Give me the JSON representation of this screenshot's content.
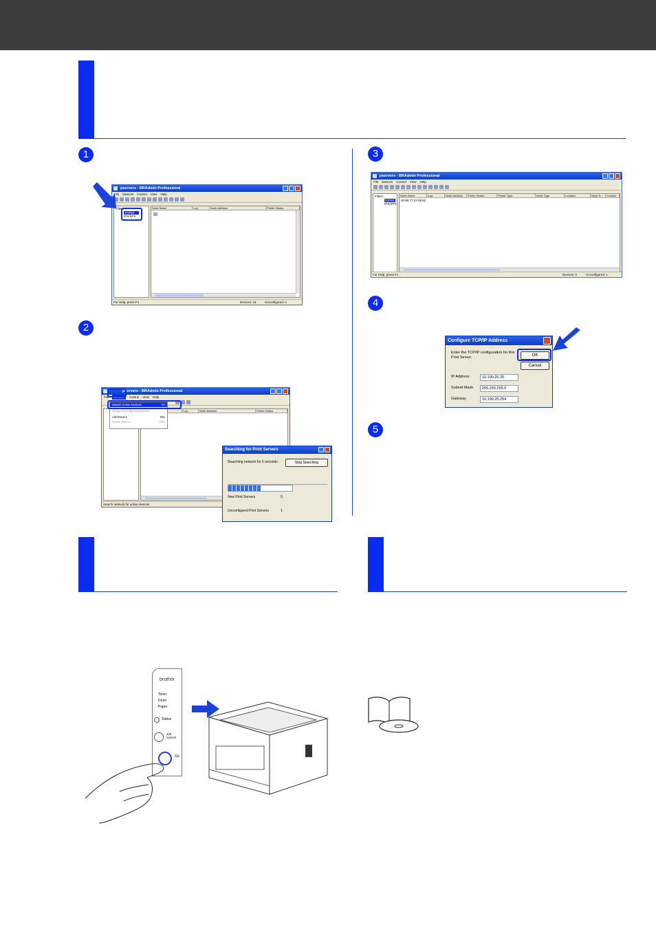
{
  "step_numbers": [
    "1",
    "2",
    "3",
    "4",
    "5"
  ],
  "shot1": {
    "title": "pservers - BRAdmin Professional",
    "menus": [
      "File",
      "Devices",
      "Control",
      "View",
      "Help"
    ],
    "tree": [
      "Filters",
      "TCP/IP",
      "IPX/SPX"
    ],
    "columns": [
      "Node Name",
      "Log",
      "Node Address",
      "Printer Status"
    ],
    "status_left": "For Help, press F1",
    "status_devices": "Devices: 22",
    "status_unconfigured": "Unconfigured: 0"
  },
  "shot2": {
    "title": "pservers - BRAdmin Professional",
    "menus": [
      "File",
      "Servers",
      "Control",
      "View",
      "Help"
    ],
    "active_menu": "Servers",
    "dropdown": [
      {
        "label": "Search Active Devices",
        "key": "F4",
        "state": "selected"
      },
      {
        "label": "Setup Unconfigured Devices",
        "key": "",
        "state": "disabled"
      },
      {
        "label": "Add Device",
        "key": "INS",
        "state": "normal"
      },
      {
        "label": "Delete Device",
        "key": "DEL",
        "state": "disabled"
      }
    ],
    "columns": [
      "Node Name",
      "Log",
      "Node Address",
      "Printer Status"
    ],
    "status_left": "Search network for active devices",
    "search_dialog": {
      "title": "Searching for Print Servers",
      "message": "Searching network for 5 seconds",
      "stop_button": "Stop Searching",
      "progress": 0.5,
      "new_label": "New Print Servers",
      "new_value": "0",
      "unconf_label": "Unconfigured Print Servers",
      "unconf_value": "1"
    }
  },
  "shot3": {
    "title": "pservers - BRAdmin Professional",
    "menus": [
      "File",
      "Devices",
      "Control",
      "View",
      "Help"
    ],
    "tree": [
      "Filters",
      "TCP/IP",
      "IPX/SPX"
    ],
    "row": "00:80:77:22:08:62",
    "columns": [
      "Node Name",
      "Log",
      "Node Address",
      "Printer Status",
      "Printer Type",
      "Node Type",
      "Location",
      "Node N...",
      "Contact"
    ],
    "status_left": "For Help, press F1",
    "status_devices": "Devices: 0",
    "status_unconfigured": "Unconfigured: 1"
  },
  "shot4": {
    "title": "Configure TCP/IP Address",
    "instruction": "Enter the TCP/IP configuration for this Print Server.",
    "ok_button": "OK",
    "cancel_button": "Cancel",
    "ip_label": "IP Address",
    "ip_value": "10.100.20.20",
    "subnet_label": "Subnet Mask",
    "subnet_value": "255.255.255.0",
    "gateway_label": "Gateway",
    "gateway_value": "10.100.20.254"
  },
  "printer_panel": {
    "brand": "brother",
    "leds": [
      "Toner",
      "Drum",
      "Paper"
    ],
    "status": "Status",
    "job_cancel": "Job Cancel",
    "go": "Go"
  },
  "colors": {
    "accent": "#0a2cf0",
    "topbar": "#3d3d3d"
  }
}
